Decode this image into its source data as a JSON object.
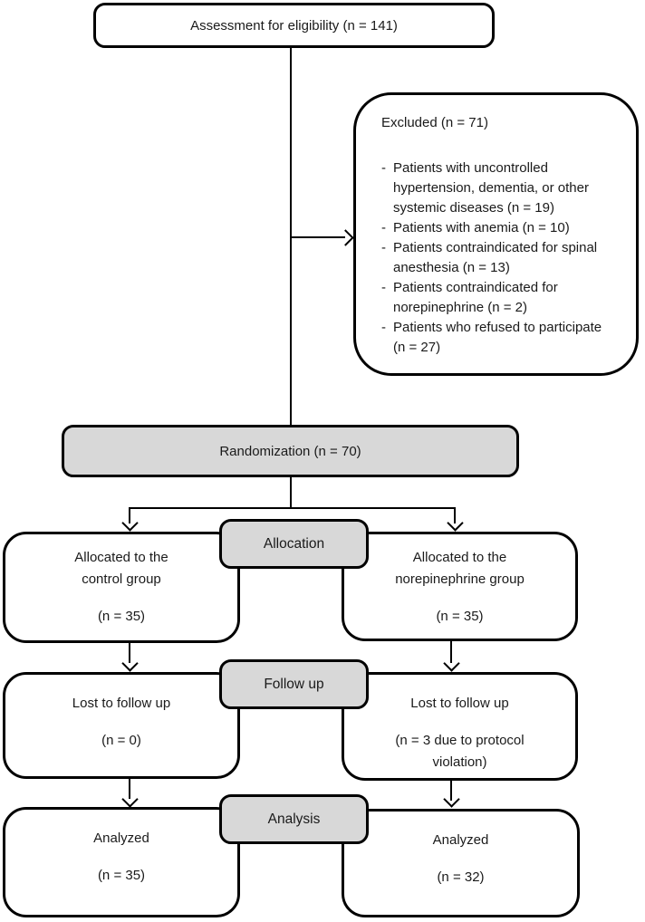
{
  "diagram": {
    "title_box": {
      "label": "Assessment for eligibility (n = 141)"
    },
    "excluded": {
      "title": "Excluded (n = 71)",
      "items": [
        "Patients with uncontrolled hypertension, dementia, or other systemic diseases (n = 19)",
        "Patients with anemia (n = 10)",
        "Patients contraindicated for spinal anesthesia (n = 13)",
        "Patients contraindicated for norepinephrine (n = 2)",
        "Patients who refused to participate (n = 27)"
      ]
    },
    "randomization": {
      "label": "Randomization (n = 70)"
    },
    "section_tabs": {
      "allocation": "Allocation",
      "followup": "Follow up",
      "analysis": "Analysis"
    },
    "left_column": {
      "allocation": {
        "line1": "Allocated to the",
        "line2": "control group",
        "count": "(n = 35)"
      },
      "followup": {
        "line1": "Lost to follow up",
        "count": "(n = 0)"
      },
      "analysis": {
        "line1": "Analyzed",
        "count": "(n = 35)"
      }
    },
    "right_column": {
      "allocation": {
        "line1": "Allocated to the",
        "line2": "norepinephrine group",
        "count": "(n = 35)"
      },
      "followup": {
        "line1": "Lost to follow up",
        "count": "(n = 3 due to protocol violation)"
      },
      "analysis": {
        "line1": "Analyzed",
        "count": "(n = 32)"
      }
    },
    "colors": {
      "tab_fill": "#d8d8d8",
      "stroke": "#000000",
      "background": "#ffffff"
    }
  }
}
